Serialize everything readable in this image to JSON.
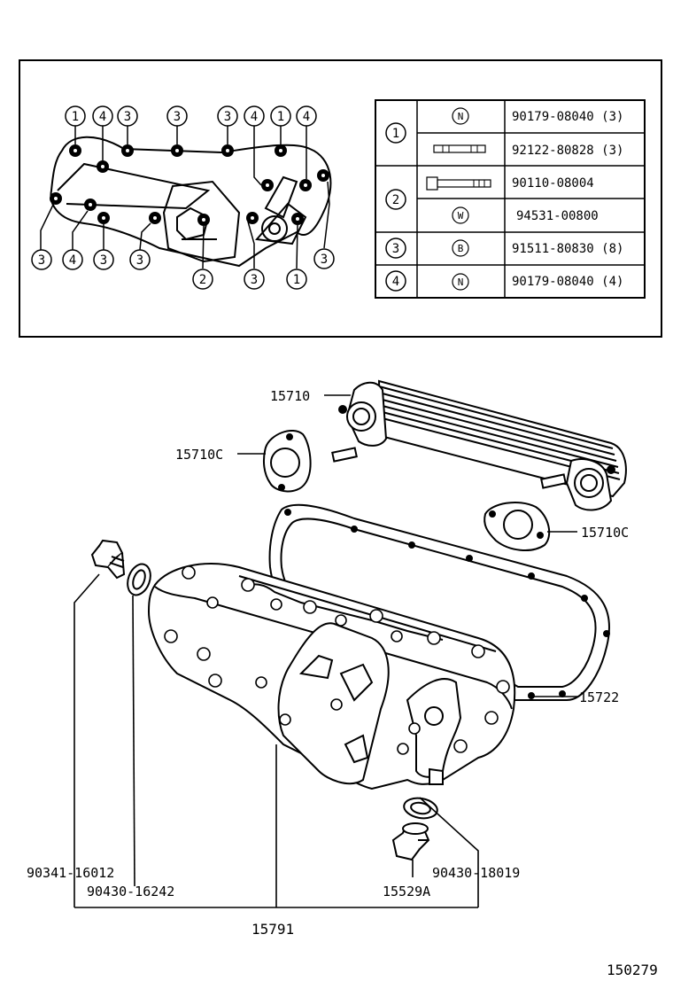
{
  "legend_table": {
    "rows": [
      {
        "key": "1",
        "sym": "N",
        "part": "90179-08040 (3)"
      },
      {
        "key": "1",
        "sym": "",
        "part": "92122-80828 (3)"
      },
      {
        "key": "2",
        "sym": "",
        "part": "90110-08004"
      },
      {
        "key": "2",
        "sym": "W",
        "part": "94531-00800"
      },
      {
        "key": "3",
        "sym": "B",
        "part": "91511-80830 (8)"
      },
      {
        "key": "4",
        "sym": "N",
        "part": "90179-08040 (4)"
      }
    ]
  },
  "bolt_callouts": {
    "top": [
      "1",
      "4",
      "3",
      "3",
      "3",
      "4",
      "1",
      "4"
    ],
    "bottom": [
      "3",
      "4",
      "3",
      "3",
      "2",
      "3",
      "1",
      "3"
    ]
  },
  "part_labels": {
    "p15710": "15710",
    "p15710c_left": "15710C",
    "p15710c_right": "15710C",
    "p15722": "15722",
    "p90341": "90341-16012",
    "p90430_16242": "90430-16242",
    "p90430_18019": "90430-18019",
    "p15529a": "15529A",
    "p15791": "15791"
  },
  "figure_number": "150279"
}
